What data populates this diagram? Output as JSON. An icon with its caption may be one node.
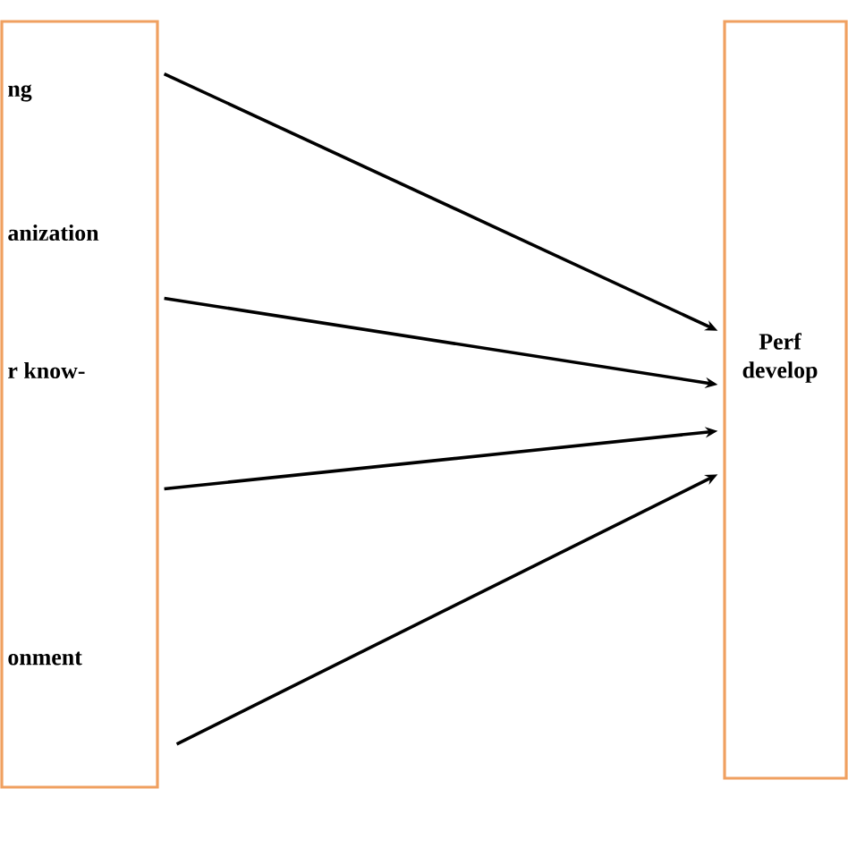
{
  "diagram": {
    "nodes": [
      {
        "text": [
          "ng",
          "anization",
          "r know-",
          "onment"
        ]
      },
      {
        "text": [
          "Perf develop"
        ]
      }
    ],
    "edges": [
      {
        "from": 0,
        "to": 1,
        "arrow": "to"
      },
      {
        "from": 0,
        "to": 1,
        "arrow": "to"
      },
      {
        "from": 0,
        "to": 1,
        "arrow": "to"
      },
      {
        "from": 0,
        "to": 1,
        "arrow": "to"
      }
    ]
  }
}
